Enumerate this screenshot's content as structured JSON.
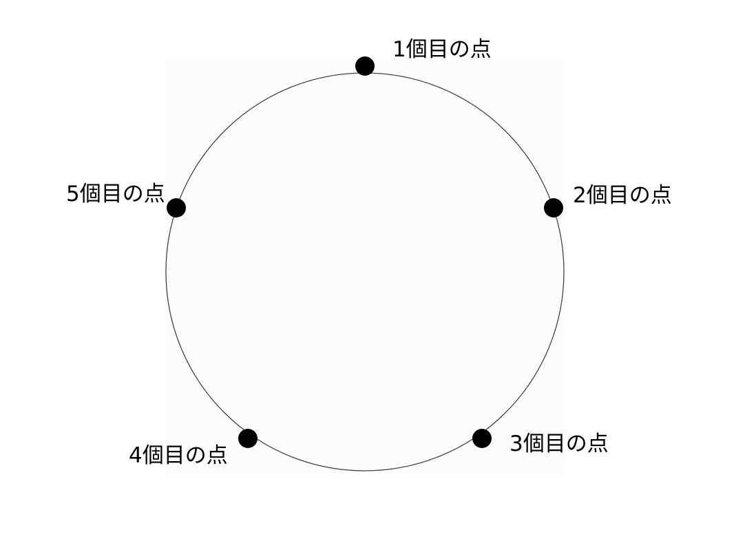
{
  "diagram": {
    "points": [
      {
        "label": "1個目の点"
      },
      {
        "label": "2個目の点"
      },
      {
        "label": "3個目の点"
      },
      {
        "label": "4個目の点"
      },
      {
        "label": "5個目の点"
      }
    ]
  },
  "colors": {
    "circle_stroke": "#444444",
    "point_fill": "#000000",
    "label": "#000000"
  }
}
